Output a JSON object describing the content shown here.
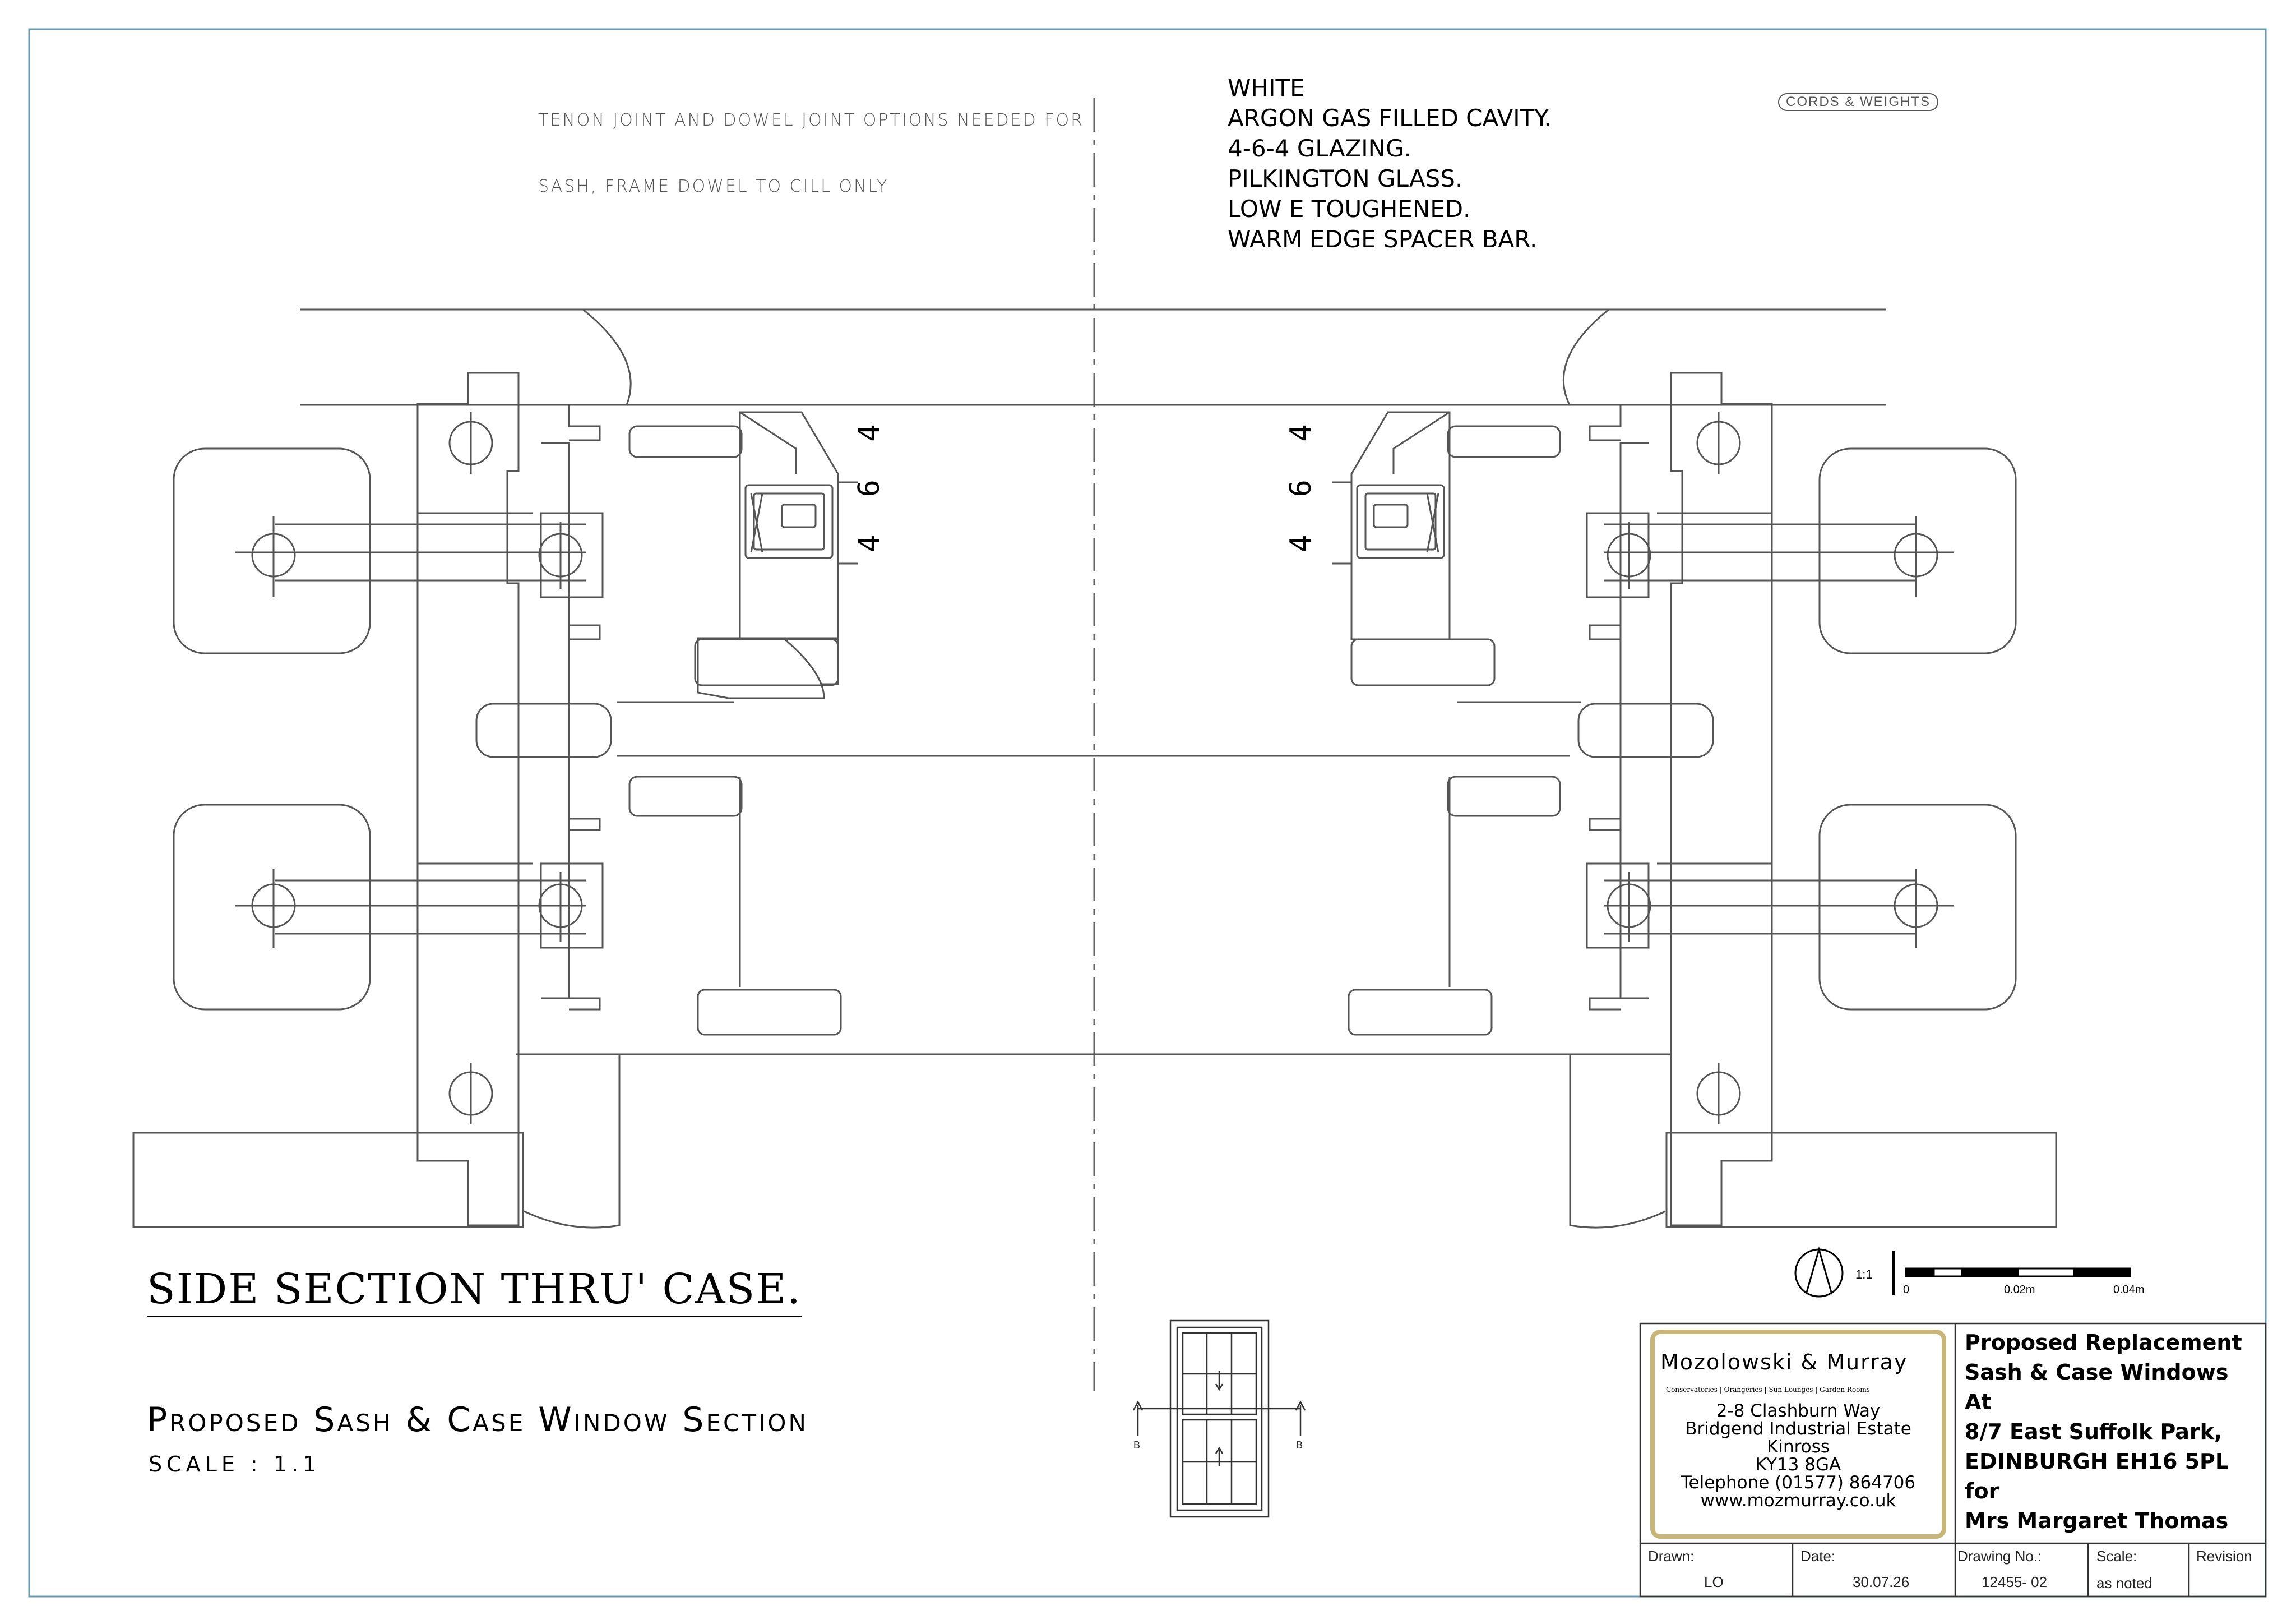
{
  "notes": {
    "joint_line1": "TENON JOINT AND DOWEL JOINT OPTIONS NEEDED FOR",
    "joint_line2": "SASH, FRAME DOWEL TO CILL ONLY",
    "cords_badge": "CORDS & WEIGHTS"
  },
  "spec": [
    "WHITE",
    "ARGON GAS FILLED CAVITY.",
    "4-6-4 GLAZING.",
    "PILKINGTON GLASS.",
    "LOW E TOUGHENED.",
    "WARM EDGE SPACER BAR."
  ],
  "dimensions": {
    "left": "4 6 4",
    "right": "4 6 4"
  },
  "titles": {
    "section": "SIDE SECTION THRU' CASE.",
    "main": "Proposed Sash & Case Window Section",
    "scale": "SCALE : 1.1"
  },
  "scale_bar": {
    "ratio": "1:1",
    "labels": [
      "0",
      "0.02m",
      "0.04m"
    ]
  },
  "elevation": {
    "section_marks": [
      "B",
      "B"
    ]
  },
  "title_block": {
    "company": "Mozolowski & Murray",
    "tagline": "Conservatories | Orangeries | Sun Lounges | Garden Rooms",
    "address": [
      "2-8 Clashburn Way",
      "Bridgend Industrial Estate",
      "Kinross",
      "KY13 8GA",
      "Telephone (01577) 864706",
      "www.mozmurray.co.uk"
    ],
    "project": [
      "Proposed Replacement",
      "Sash & Case Windows",
      "At",
      "8/7 East Suffolk Park,",
      "EDINBURGH    EH16 5PL",
      "for",
      "Mrs Margaret Thomas"
    ],
    "fields": [
      {
        "label": "Drawn:",
        "value": "LO"
      },
      {
        "label": "Date:",
        "value": "30.07.26"
      },
      {
        "label": "Drawing No.:",
        "value": "12455- 02"
      },
      {
        "label": "Scale:",
        "value": "as noted"
      },
      {
        "label": "Revision",
        "value": ""
      }
    ],
    "border_color": "#c8b679"
  }
}
